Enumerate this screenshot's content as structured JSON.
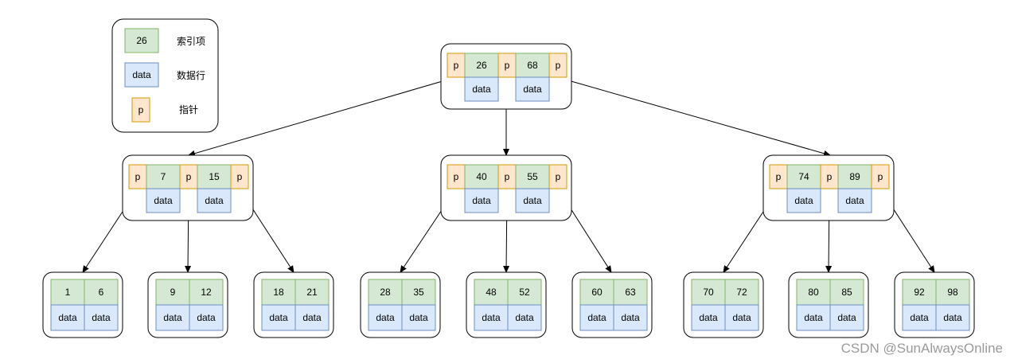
{
  "colors": {
    "key_fill": "#d5e8d4",
    "key_stroke": "#82b366",
    "data_fill": "#dae8fc",
    "data_stroke": "#6c8ebf",
    "ptr_fill": "#ffe6cc",
    "ptr_stroke": "#d79b00"
  },
  "legend": {
    "key": {
      "sample": "26",
      "label": "索引项"
    },
    "data": {
      "sample": "data",
      "label": "数据行"
    },
    "pointer": {
      "sample": "p",
      "label": "指针"
    }
  },
  "tree": {
    "pointer_label": "p",
    "data_label": "data",
    "root": {
      "keys": [
        "26",
        "68"
      ]
    },
    "internal": [
      {
        "keys": [
          "7",
          "15"
        ]
      },
      {
        "keys": [
          "40",
          "55"
        ]
      },
      {
        "keys": [
          "74",
          "89"
        ]
      }
    ],
    "leaves": [
      {
        "keys": [
          "1",
          "6"
        ]
      },
      {
        "keys": [
          "9",
          "12"
        ]
      },
      {
        "keys": [
          "18",
          "21"
        ]
      },
      {
        "keys": [
          "28",
          "35"
        ]
      },
      {
        "keys": [
          "48",
          "52"
        ]
      },
      {
        "keys": [
          "60",
          "63"
        ]
      },
      {
        "keys": [
          "70",
          "72"
        ]
      },
      {
        "keys": [
          "80",
          "85"
        ]
      },
      {
        "keys": [
          "92",
          "98"
        ]
      }
    ]
  },
  "watermark": "CSDN @SunAlwaysOnline"
}
